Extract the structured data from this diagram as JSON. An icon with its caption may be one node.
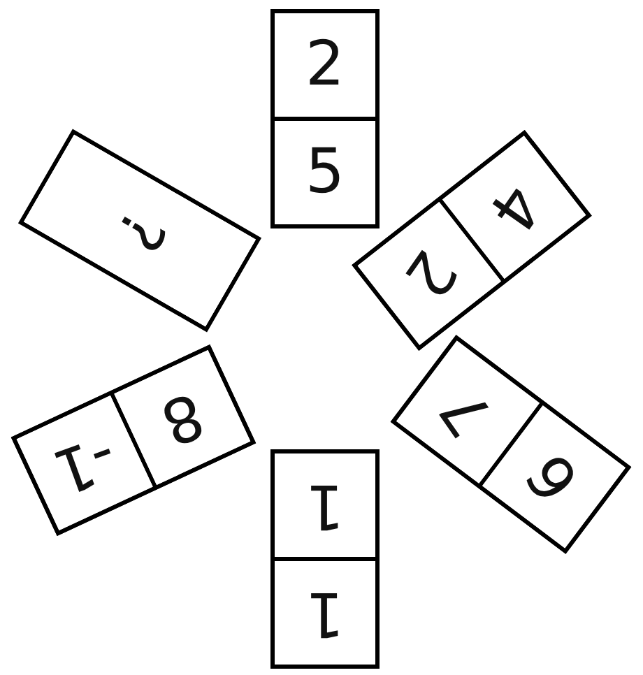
{
  "diagram": {
    "nodes": [
      {
        "text": [
          "2"
        ]
      },
      {
        "text": [
          "5"
        ]
      },
      {
        "text": [
          "?"
        ]
      },
      {
        "text": [
          "2"
        ]
      },
      {
        "text": [
          "4"
        ]
      },
      {
        "text": [
          "-1"
        ]
      },
      {
        "text": [
          "8"
        ]
      },
      {
        "text": [
          "7"
        ]
      },
      {
        "text": [
          "6"
        ]
      },
      {
        "text": [
          "1"
        ]
      },
      {
        "text": [
          "1"
        ]
      }
    ]
  }
}
